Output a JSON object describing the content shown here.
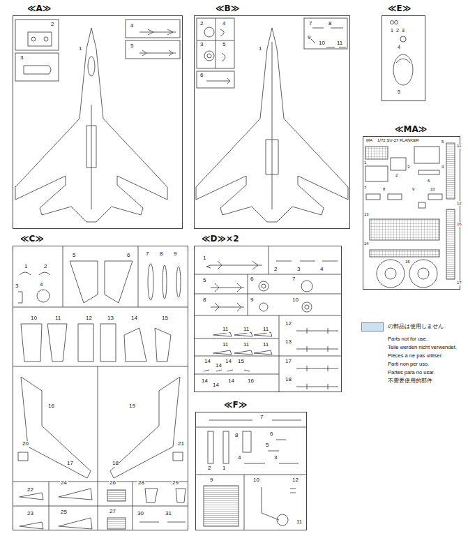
{
  "diagram": {
    "nodes": [
      {
        "text": [
          "≪A≫"
        ]
      },
      {
        "text": [
          "≪B≫"
        ]
      },
      {
        "text": [
          "≪E≫"
        ]
      },
      {
        "text": [
          "≪MA≫"
        ]
      },
      {
        "text": [
          "≪C≫"
        ]
      },
      {
        "text": [
          "≪D≫×2"
        ]
      },
      {
        "text": [
          "≪F≫"
        ]
      }
    ],
    "labels": [
      "2",
      "3",
      "1",
      "4",
      "5",
      "2",
      "4",
      "3",
      "5",
      "6",
      "1",
      "7",
      "8",
      "9",
      "10",
      "11",
      "1",
      "2",
      "3",
      "4",
      "5",
      "MA",
      "1/72 SU-27 FLANKER",
      "1",
      "2",
      "3",
      "4",
      "5",
      "6",
      "7",
      "8",
      "9",
      "10",
      "11",
      "12",
      "13",
      "14",
      "15",
      "16",
      "17",
      "1",
      "2",
      "3",
      "4",
      "5",
      "6",
      "7",
      "8",
      "9",
      "10",
      "11",
      "12",
      "13",
      "14",
      "15",
      "16",
      "17",
      "18",
      "19",
      "20",
      "21",
      "22",
      "23",
      "24",
      "25",
      "26",
      "27",
      "28",
      "29",
      "30",
      "31",
      "1",
      "2",
      "3",
      "4",
      "5",
      "6",
      "7",
      "8",
      "9",
      "10",
      "11",
      "11",
      "11",
      "11",
      "11",
      "11",
      "12",
      "13",
      "14",
      "14",
      "14",
      "15",
      "14",
      "14",
      "14",
      "16",
      "17",
      "18",
      "7",
      "8",
      "6",
      "5",
      "4",
      "3",
      "2",
      "1",
      "9",
      "10",
      "12",
      "11",
      "Parts not for use.",
      "Teile werden nicht verwendet.",
      "Pièces à ne pas utiliser.",
      "Parti non per uso.",
      "Partes para no usar.",
      "不需要使用的部件"
    ],
    "legend": [
      {
        "text": "の部品は使用しません",
        "color": "#c9e3f1"
      }
    ]
  }
}
